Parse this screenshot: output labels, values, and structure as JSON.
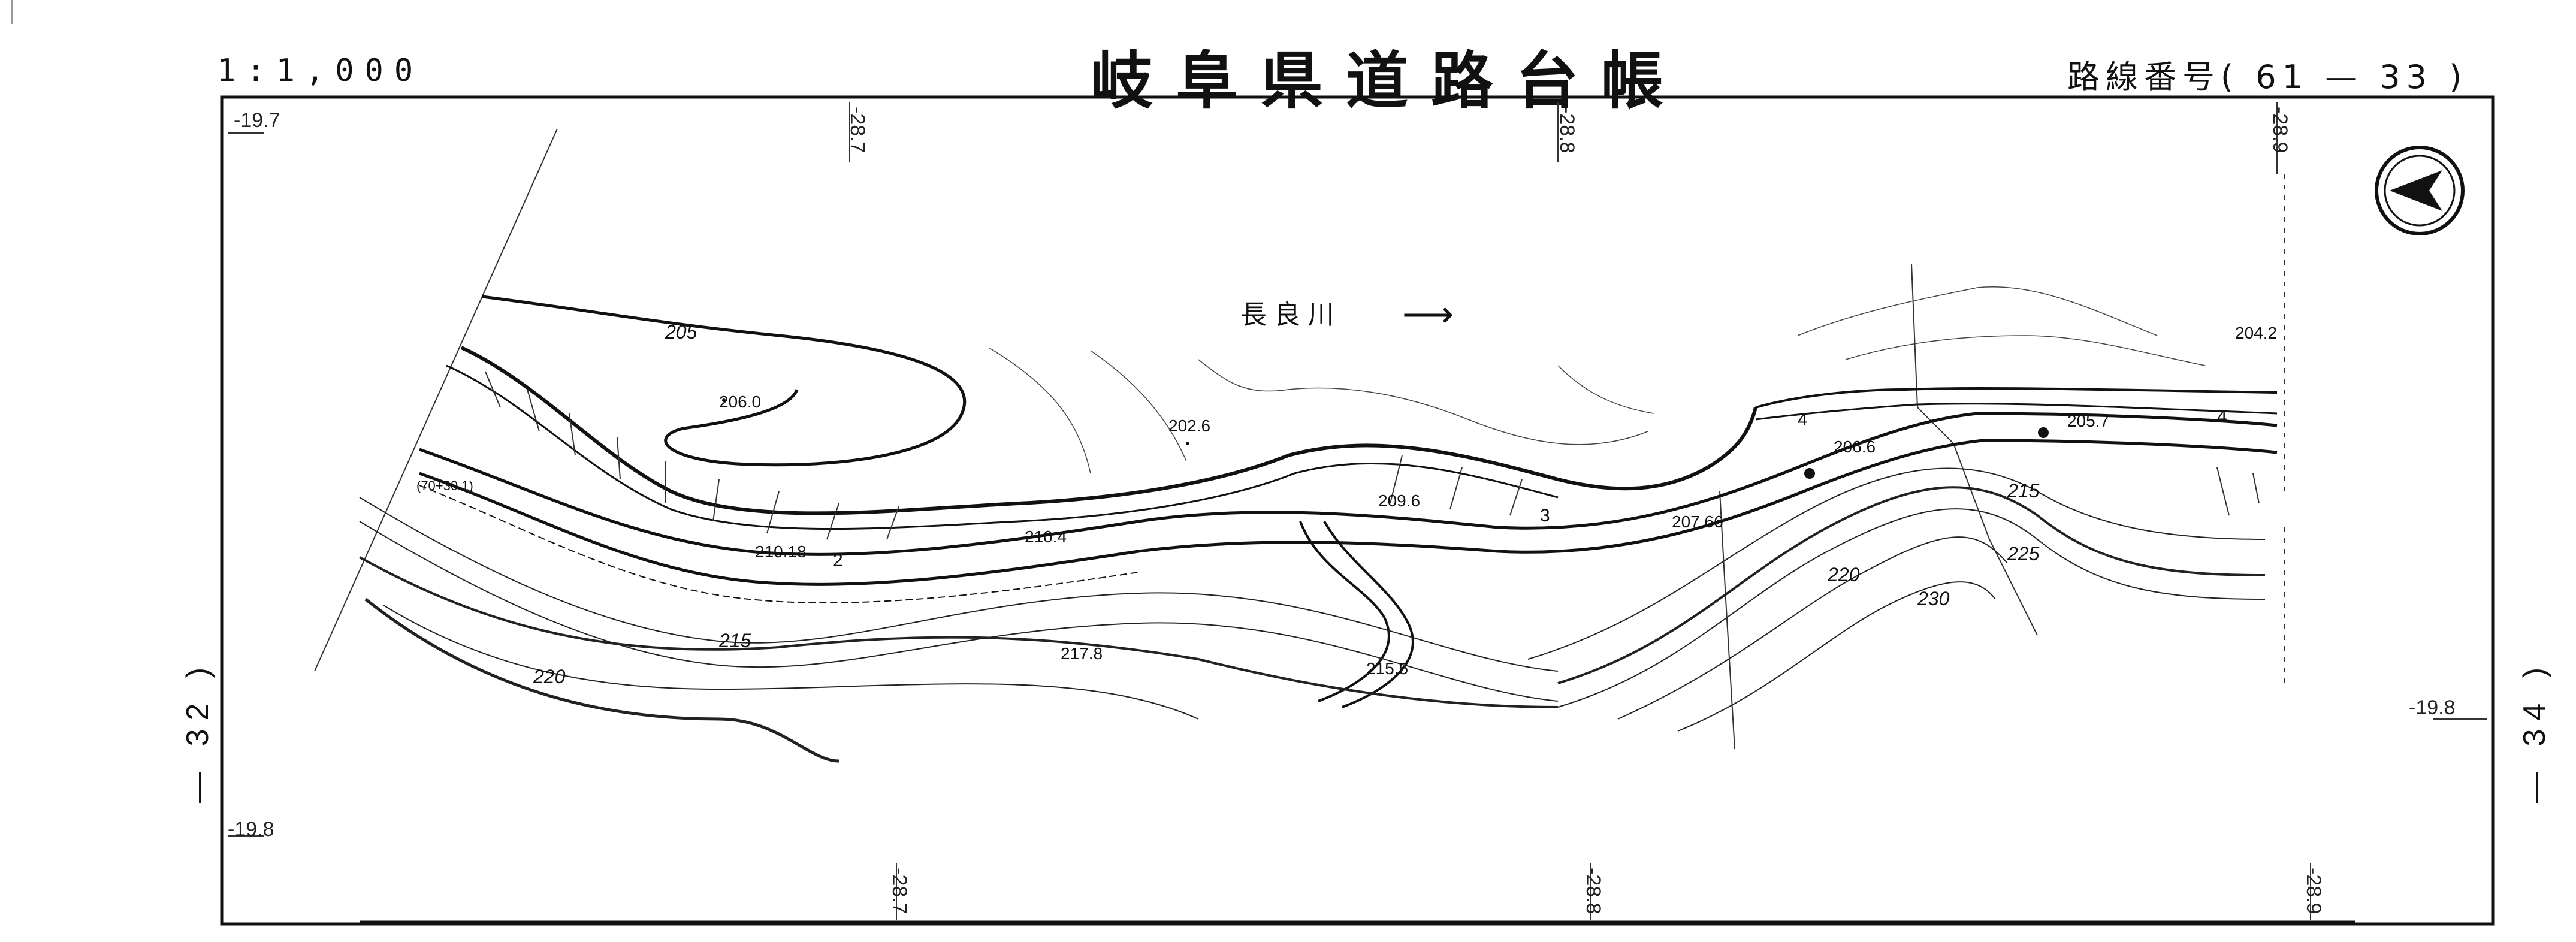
{
  "header": {
    "scale": "1:1,000",
    "title": "岐阜県道路台帳",
    "route_number": "路線番号( 61 — 33 )"
  },
  "adjacent_sheets": {
    "left": "— 32 )",
    "right": "— 34 )"
  },
  "grid_labels": {
    "top_left_y": "-19.7",
    "left_lower_y": "-19.8",
    "right_y": "-19.8",
    "top_x1": "-28.7",
    "top_x2": "-28.8",
    "top_x3": "-28.9",
    "bottom_x1": "-28.7",
    "bottom_x2": "-28.8",
    "bottom_x3": "-28.9"
  },
  "river": {
    "name": "長 良 川",
    "flow_arrow": "⟶"
  },
  "contours": {
    "c205": "205",
    "c215": "215",
    "c220": "220",
    "c215_right": "215",
    "c220_right": "220",
    "c225": "225",
    "c230": "230"
  },
  "spot_heights": {
    "h1": "206.0",
    "h2": "202.6",
    "h3": "209.6",
    "h4": "210.4",
    "h5": "210.18",
    "h6": "217.8",
    "h7": "215.5",
    "h8": "207.66",
    "h9": "206.6",
    "h10": "205.7",
    "h11": "204.2"
  },
  "road_marks": {
    "station": "(70+30.1)",
    "p1": "2",
    "p2": "3",
    "p3": "4",
    "p4": "4"
  },
  "north_symbol": "north-arrow-icon"
}
